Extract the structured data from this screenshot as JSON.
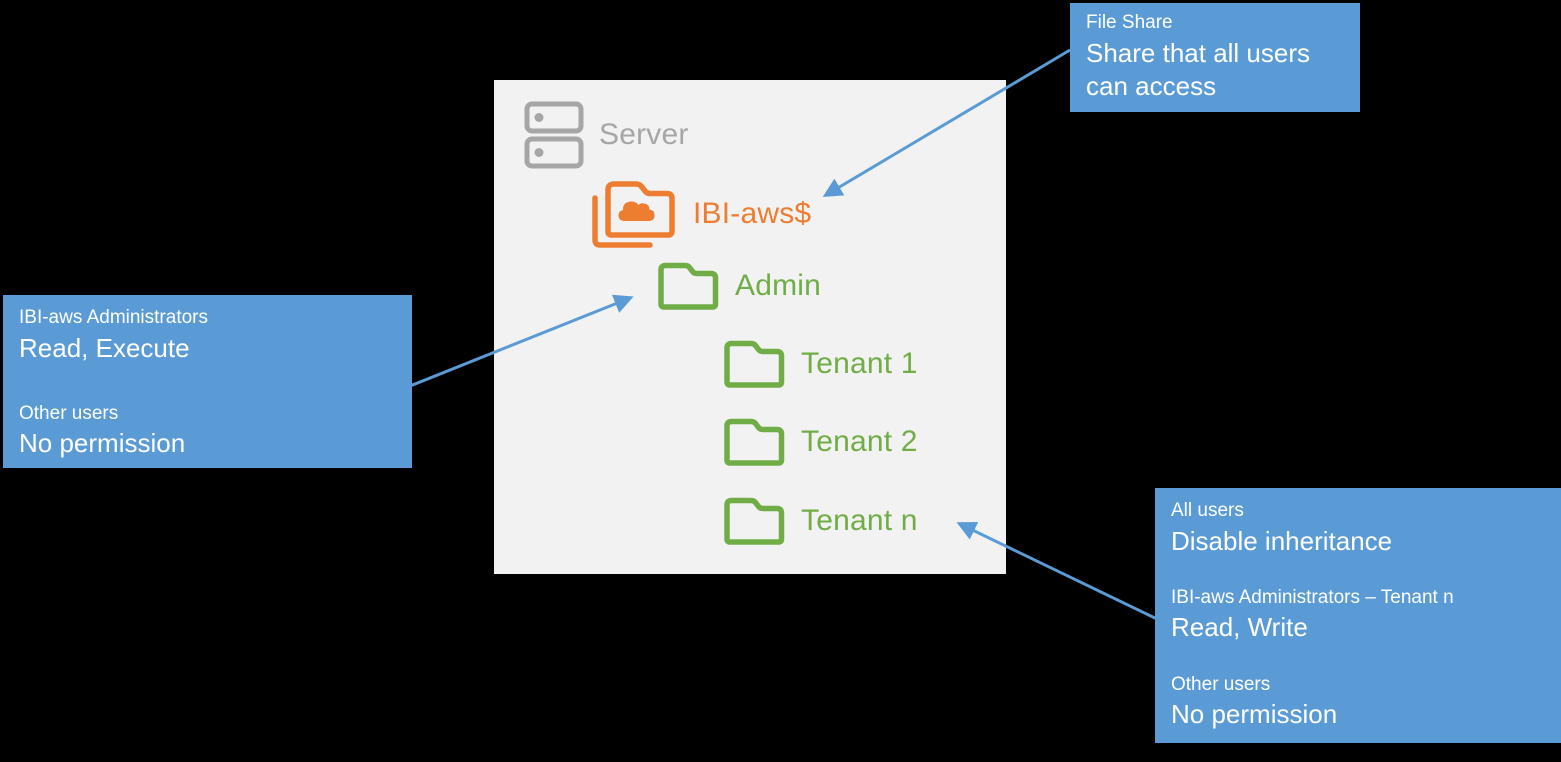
{
  "diagram": {
    "server": {
      "label": "Server"
    },
    "tree": [
      {
        "label": "IBI-aws$",
        "icon": "shared-folder-cloud-icon",
        "color": "#ED7D31"
      },
      {
        "label": "Admin",
        "icon": "folder-icon",
        "color": "#70AD47"
      },
      {
        "label": "Tenant 1",
        "icon": "folder-icon",
        "color": "#70AD47"
      },
      {
        "label": "Tenant 2",
        "icon": "folder-icon",
        "color": "#70AD47"
      },
      {
        "label": "Tenant n",
        "icon": "folder-icon",
        "color": "#70AD47"
      }
    ],
    "callouts": {
      "file_share": {
        "title": "File Share",
        "body": "Share that all users can access"
      },
      "admin": {
        "groups": [
          {
            "name": "IBI-aws Administrators",
            "permission": "Read, Execute"
          },
          {
            "name": "Other users",
            "permission": "No permission"
          }
        ]
      },
      "tenant_n": {
        "groups": [
          {
            "name": "All users",
            "permission": "Disable inheritance"
          },
          {
            "name": "IBI-aws Administrators – Tenant n",
            "permission": "Read, Write"
          },
          {
            "name": "Other users",
            "permission": "No permission"
          }
        ]
      }
    },
    "colors": {
      "callout_blue": "#5B9BD5",
      "folder_green": "#70AD47",
      "share_orange": "#ED7D31",
      "server_gray": "#A6A6A6",
      "panel_bg": "#F2F2F2",
      "page_bg": "#000000"
    }
  }
}
